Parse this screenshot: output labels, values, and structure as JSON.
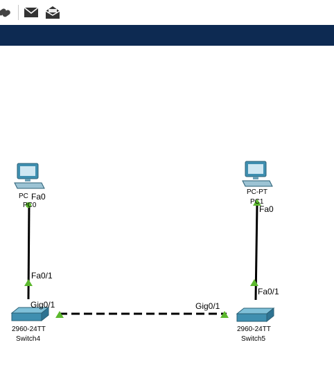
{
  "toolbar": {
    "icons": [
      "link-icon",
      "mail-icon",
      "mail-open-icon"
    ]
  },
  "devices": {
    "pc_left": {
      "label_a": "PC",
      "label_b": "PC0",
      "port": "Fa0"
    },
    "pc_right": {
      "label_a": "PC-PT",
      "label_b": "PC1",
      "port": "Fa0"
    },
    "switch4": {
      "model": "2960-24TT",
      "name": "Switch4",
      "port_up": "Fa0/1",
      "port_trunk": "Gig0/1"
    },
    "switch5": {
      "model": "2960-24TT",
      "name": "Switch5",
      "port_up": "Fa0/1",
      "port_trunk": "Gig0/1"
    }
  },
  "colors": {
    "banner": "#0d2a52",
    "link_up": "#5cb82e",
    "cable": "#000000",
    "device_body": "#3f8fb0"
  }
}
